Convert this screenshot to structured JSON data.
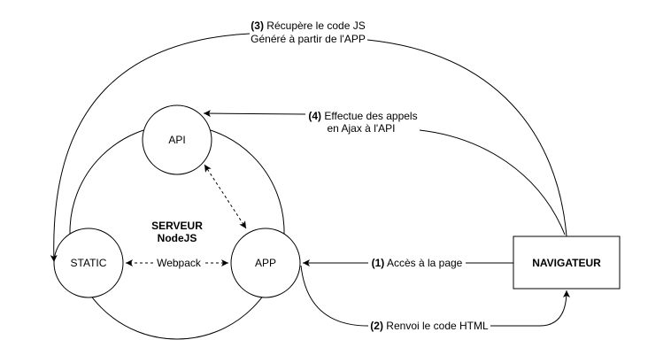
{
  "diagram": {
    "server": {
      "line1": "SERVEUR",
      "line2": "NodeJS"
    },
    "nodes": {
      "api": "API",
      "static": "STATIC",
      "app": "APP",
      "navigateur": "NAVIGATEUR"
    },
    "edges": {
      "webpack": "Webpack",
      "step1": {
        "num": "(1)",
        "text": " Accès à la page"
      },
      "step2": {
        "num": "(2)",
        "text": " Renvoi le code HTML"
      },
      "step3": {
        "num": "(3)",
        "text": " Récupère le code JS",
        "line2": "Généré à partir de l'APP"
      },
      "step4": {
        "num": "(4)",
        "text": " Effectue des appels",
        "line2": "en Ajax à l'API"
      }
    },
    "colors": {
      "stroke": "#000000",
      "background": "#ffffff"
    }
  }
}
